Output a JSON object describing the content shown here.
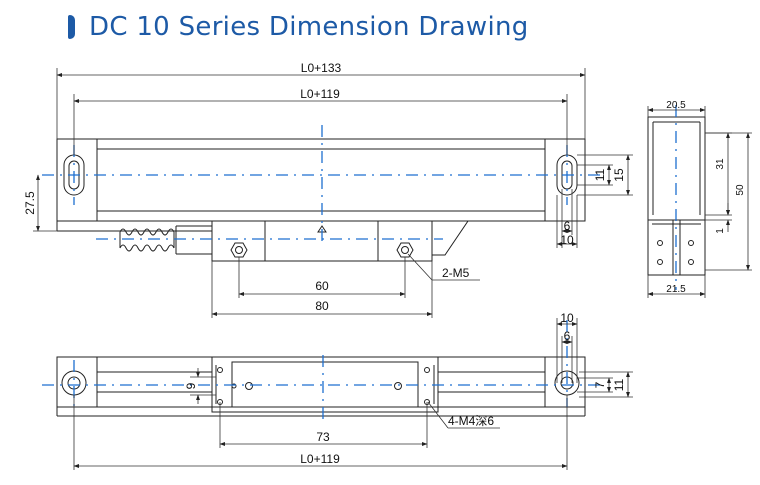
{
  "title": "DC 10  Series Dimension Drawing",
  "colors": {
    "accent": "#1d5aa6",
    "centerline": "#1e6fd0"
  },
  "front_view": {
    "dim_L0_133": "L0+133",
    "dim_L0_119": "L0+119",
    "dim_27_5": "27.5",
    "dim_60": "60",
    "dim_80": "80",
    "dim_11": "11",
    "dim_15": "15",
    "dim_6": "6",
    "dim_10": "10",
    "note_thread": "2-M5"
  },
  "side_view": {
    "dim_20_5": "20.5",
    "dim_31": "31",
    "dim_50": "50",
    "dim_1": "1",
    "dim_21_5": "21.5"
  },
  "top_view": {
    "dim_10": "10",
    "dim_6": "6",
    "dim_9": "9",
    "dim_7": "7",
    "dim_11": "11",
    "dim_73": "73",
    "dim_L0_119": "L0+119",
    "note_holes": "4-M4深6"
  }
}
